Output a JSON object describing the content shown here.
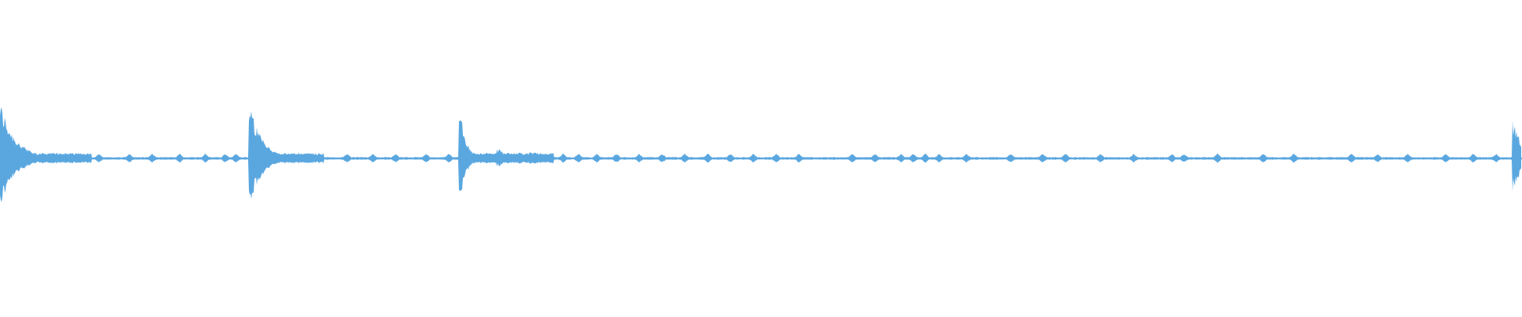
{
  "waveform": {
    "color": "#5aa7e0",
    "transients": [
      {
        "t": 0.0,
        "amp": 1.0,
        "decay": 0.01
      },
      {
        "t": 0.165,
        "amp": 0.86,
        "decay": 0.008
      },
      {
        "t": 0.303,
        "amp": 0.8,
        "decay": 0.004
      },
      {
        "t": 0.328,
        "amp": 0.16,
        "decay": 0.006
      },
      {
        "t": 0.995,
        "amp": 0.65,
        "decay": 0.006
      }
    ],
    "blips": [
      0.02,
      0.035,
      0.05,
      0.065,
      0.085,
      0.1,
      0.118,
      0.135,
      0.148,
      0.155,
      0.19,
      0.2,
      0.21,
      0.228,
      0.245,
      0.26,
      0.28,
      0.295,
      0.34,
      0.355,
      0.37,
      0.38,
      0.392,
      0.405,
      0.42,
      0.435,
      0.45,
      0.465,
      0.48,
      0.495,
      0.51,
      0.525,
      0.56,
      0.575,
      0.592,
      0.6,
      0.608,
      0.617,
      0.635,
      0.664,
      0.685,
      0.7,
      0.723,
      0.745,
      0.77,
      0.778,
      0.8,
      0.83,
      0.85,
      0.888,
      0.905,
      0.925,
      0.95,
      0.968,
      0.983
    ]
  }
}
